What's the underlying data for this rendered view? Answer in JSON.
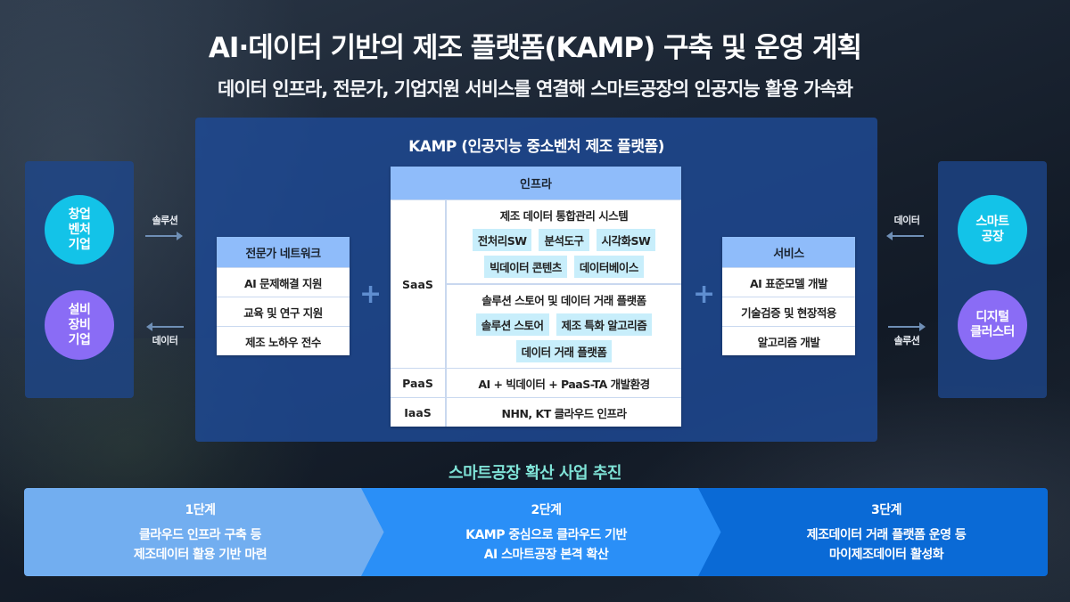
{
  "header": {
    "title": "AI·데이터 기반의 제조 플랫폼(KAMP) 구축 및 운영 계획",
    "subtitle": "데이터 인프라, 전문가, 기업지원 서비스를 연결해 스마트공장의 인공지능 활용 가속화"
  },
  "left_panel": {
    "entities": [
      {
        "label": "창업\n벤처\n기업",
        "color": "#13c3e8"
      },
      {
        "label": "설비\n장비\n기업",
        "color": "#8a6cf5"
      }
    ],
    "flows": {
      "out": "솔루션",
      "in": "데이터"
    }
  },
  "right_panel": {
    "entities": [
      {
        "label": "스마트\n공장",
        "color": "#13c3e8"
      },
      {
        "label": "디지털\n클러스터",
        "color": "#8a6cf5"
      }
    ],
    "flows": {
      "in": "데이터",
      "out": "솔루션"
    }
  },
  "kamp": {
    "title": "KAMP (인공지능 중소벤처 제조 플랫폼)",
    "expert_network": {
      "header": "전문가 네트워크",
      "items": [
        "AI 문제해결 지원",
        "교육 및 연구 지원",
        "제조 노하우 전수"
      ]
    },
    "infra": {
      "header": "인프라",
      "saas": {
        "label": "SaaS",
        "blocks": [
          {
            "title": "제조 데이터 통합관리 시스템",
            "chips": [
              "전처리SW",
              "분석도구",
              "시각화SW",
              "빅데이터 콘텐츠",
              "데이터베이스"
            ]
          },
          {
            "title": "솔루션 스토어 및 데이터 거래 플랫폼",
            "chips": [
              "솔루션 스토어",
              "제조 특화 알고리즘",
              "데이터 거래 플랫폼"
            ]
          }
        ]
      },
      "paas": {
        "label": "PaaS",
        "value": "AI + 빅데이터 + PaaS-TA 개발환경"
      },
      "iaas": {
        "label": "IaaS",
        "value": "NHN, KT 클라우드 인프라"
      }
    },
    "services": {
      "header": "서비스",
      "items": [
        "AI 표준모델 개발",
        "기술검증 및 현장적용",
        "알고리즘 개발"
      ]
    },
    "plus": "+"
  },
  "stages": {
    "title": "스마트공장 확산 사업 추진",
    "items": [
      {
        "name": "1단계",
        "line1": "클라우드 인프라 구축 등",
        "line2": "제조데이터 활용 기반 마련",
        "color": "#72aef0"
      },
      {
        "name": "2단계",
        "line1": "KAMP 중심으로 클라우드 기반",
        "line2": "AI 스마트공장 본격 확산",
        "color": "#2a8ff7"
      },
      {
        "name": "3단계",
        "line1": "제조데이터 거래 플랫폼 운영 등",
        "line2": "마이제조데이터 활성화",
        "color": "#0a6ad6"
      }
    ]
  }
}
